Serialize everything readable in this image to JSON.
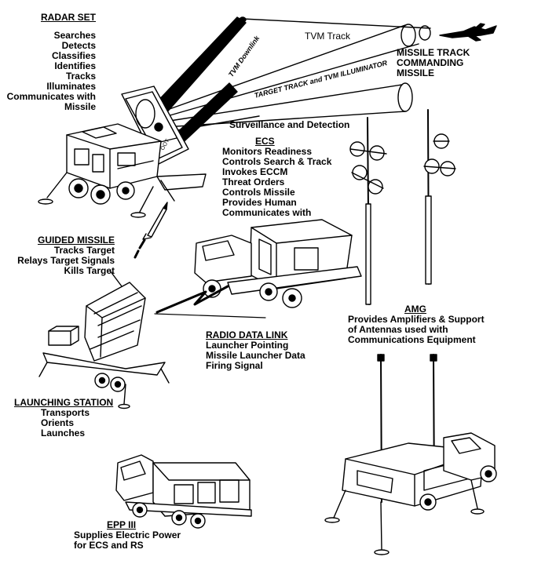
{
  "radar_set": {
    "title": "RADAR SET",
    "items": [
      "Searches",
      "Detects",
      "Classifies",
      "Identifies",
      "Tracks",
      "Illuminates",
      "Communicates with",
      "Missile"
    ]
  },
  "beams": {
    "tvm_downlink": "TVM Downlink",
    "tvm_track": "TVM Track",
    "target_track_illuminator": "TARGET TRACK and TVM ILLUMINATOR",
    "missile_track": "MISSILE TRACK",
    "commanding": "COMMANDING",
    "missile": "MISSILE",
    "surveillance": "Surveillance and Detection"
  },
  "ecs": {
    "title": "ECS",
    "items": [
      "Monitors Readiness",
      "Controls Search & Track",
      "Invokes ECCM",
      "Threat Orders",
      "Controls Missile",
      "Provides Human",
      "Communicates with"
    ]
  },
  "guided_missile": {
    "title": "GUIDED MISSILE",
    "items": [
      "Tracks Target",
      "Relays Target Signals",
      "Kills Target"
    ]
  },
  "radio_data_link": {
    "title": "RADIO DATA LINK",
    "items": [
      "Launcher Pointing",
      "Missile Launcher Data",
      "Firing Signal"
    ]
  },
  "amg": {
    "title": "AMG",
    "items": [
      "Provides Amplifiers & Support",
      "of Antennas used with",
      "Communications Equipment"
    ]
  },
  "launching_station": {
    "title": "LAUNCHING STATION",
    "items": [
      "Transports",
      "Orients",
      "Launches"
    ]
  },
  "epp": {
    "title": "EPP III",
    "items": [
      "Supplies Electric Power",
      "for ECS and RS"
    ]
  }
}
